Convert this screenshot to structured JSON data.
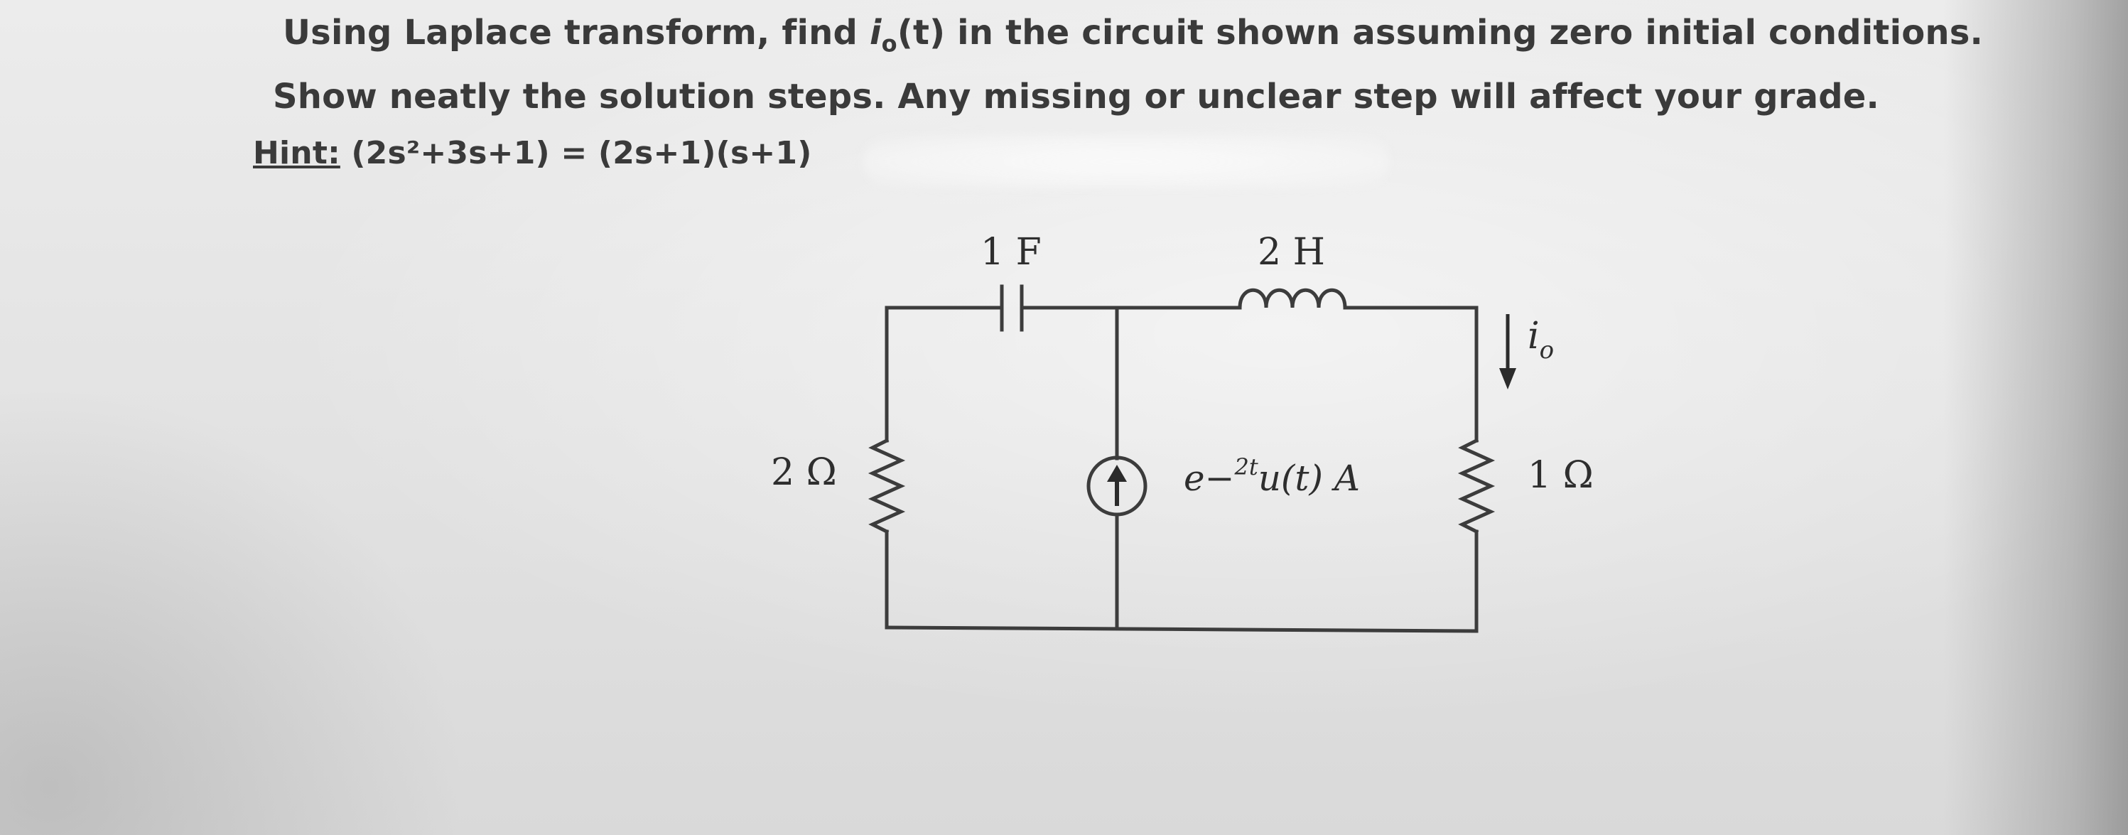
{
  "problem": {
    "line1_before": "Using Laplace transform, find ",
    "line1_var": "i",
    "line1_sub": "o",
    "line1_after": "(t) in the circuit shown assuming zero initial conditions.",
    "line2": "Show neatly the solution steps. Any missing or unclear step will affect your grade.",
    "hint_label": "Hint:",
    "hint_text": " (2s²+3s+1) = (2s+1)(s+1)"
  },
  "circuit": {
    "capacitor_label": "1 F",
    "inductor_label": "2 H",
    "resistor_left_label": "2 Ω",
    "resistor_right_label": "1 Ω",
    "source_label": "e−",
    "source_exp": "2t",
    "source_tail": "u(t) A",
    "current_var": "i",
    "current_sub": "o"
  }
}
